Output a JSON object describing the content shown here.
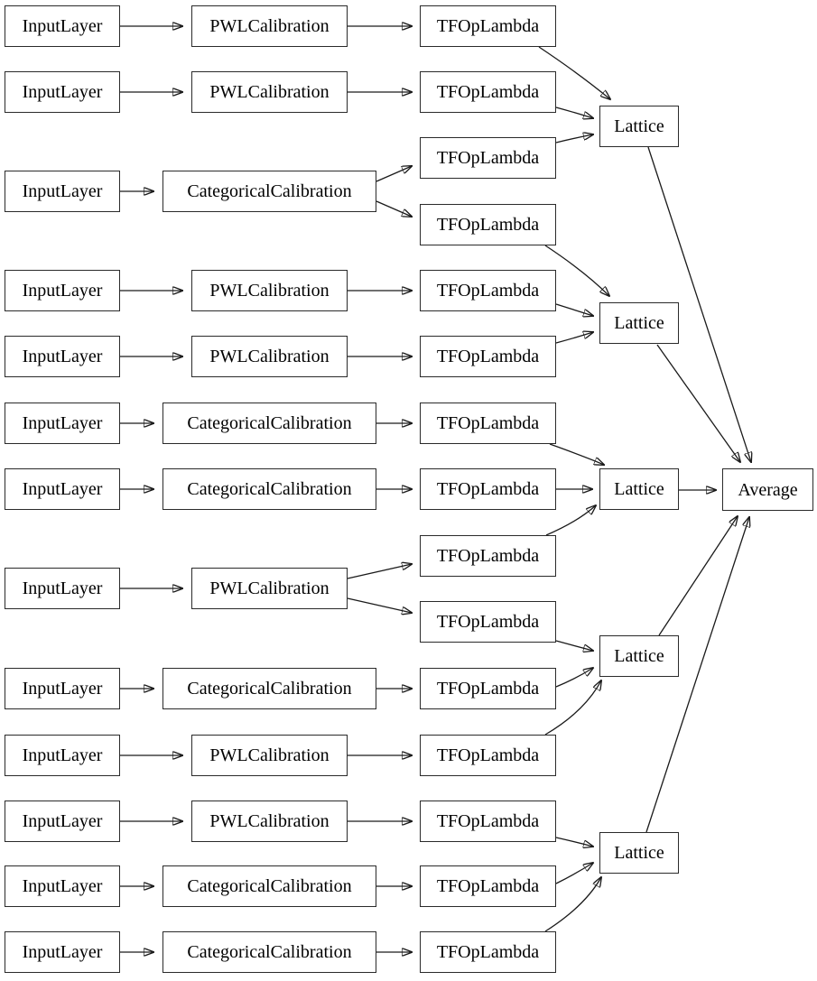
{
  "diagram": {
    "kind": "model-architecture-graph",
    "background_color": "#ffffff",
    "node_fill_color": "#ffffff",
    "node_border_color": "#2a2a2a",
    "edge_color": "#1a1a1a",
    "text_color": "#000000",
    "node_type_labels": [
      "InputLayer",
      "PWLCalibration",
      "CategoricalCalibration",
      "TFOpLambda",
      "Lattice",
      "Average"
    ],
    "nodes": [
      {
        "id": "input-1",
        "label": "InputLayer"
      },
      {
        "id": "input-2",
        "label": "InputLayer"
      },
      {
        "id": "input-3",
        "label": "InputLayer"
      },
      {
        "id": "input-4",
        "label": "InputLayer"
      },
      {
        "id": "input-5",
        "label": "InputLayer"
      },
      {
        "id": "input-6",
        "label": "InputLayer"
      },
      {
        "id": "input-7",
        "label": "InputLayer"
      },
      {
        "id": "input-8",
        "label": "InputLayer"
      },
      {
        "id": "input-9",
        "label": "InputLayer"
      },
      {
        "id": "input-10",
        "label": "InputLayer"
      },
      {
        "id": "input-11",
        "label": "InputLayer"
      },
      {
        "id": "input-12",
        "label": "InputLayer"
      },
      {
        "id": "input-13",
        "label": "InputLayer"
      },
      {
        "id": "pwl-1",
        "label": "PWLCalibration"
      },
      {
        "id": "pwl-2",
        "label": "PWLCalibration"
      },
      {
        "id": "cat-1",
        "label": "CategoricalCalibration"
      },
      {
        "id": "pwl-3",
        "label": "PWLCalibration"
      },
      {
        "id": "pwl-4",
        "label": "PWLCalibration"
      },
      {
        "id": "cat-2",
        "label": "CategoricalCalibration"
      },
      {
        "id": "cat-3",
        "label": "CategoricalCalibration"
      },
      {
        "id": "pwl-5",
        "label": "PWLCalibration"
      },
      {
        "id": "cat-4",
        "label": "CategoricalCalibration"
      },
      {
        "id": "pwl-6",
        "label": "PWLCalibration"
      },
      {
        "id": "pwl-7",
        "label": "PWLCalibration"
      },
      {
        "id": "cat-5",
        "label": "CategoricalCalibration"
      },
      {
        "id": "cat-6",
        "label": "CategoricalCalibration"
      },
      {
        "id": "tfop-1",
        "label": "TFOpLambda"
      },
      {
        "id": "tfop-2",
        "label": "TFOpLambda"
      },
      {
        "id": "tfop-3",
        "label": "TFOpLambda"
      },
      {
        "id": "tfop-4",
        "label": "TFOpLambda"
      },
      {
        "id": "tfop-5",
        "label": "TFOpLambda"
      },
      {
        "id": "tfop-6",
        "label": "TFOpLambda"
      },
      {
        "id": "tfop-7",
        "label": "TFOpLambda"
      },
      {
        "id": "tfop-8",
        "label": "TFOpLambda"
      },
      {
        "id": "tfop-9",
        "label": "TFOpLambda"
      },
      {
        "id": "tfop-10",
        "label": "TFOpLambda"
      },
      {
        "id": "tfop-11",
        "label": "TFOpLambda"
      },
      {
        "id": "tfop-12",
        "label": "TFOpLambda"
      },
      {
        "id": "tfop-13",
        "label": "TFOpLambda"
      },
      {
        "id": "tfop-14",
        "label": "TFOpLambda"
      },
      {
        "id": "tfop-15",
        "label": "TFOpLambda"
      },
      {
        "id": "lattice-1",
        "label": "Lattice"
      },
      {
        "id": "lattice-2",
        "label": "Lattice"
      },
      {
        "id": "lattice-3",
        "label": "Lattice"
      },
      {
        "id": "lattice-4",
        "label": "Lattice"
      },
      {
        "id": "lattice-5",
        "label": "Lattice"
      },
      {
        "id": "average-1",
        "label": "Average"
      }
    ],
    "edges": [
      {
        "from": "input-1",
        "to": "pwl-1"
      },
      {
        "from": "input-2",
        "to": "pwl-2"
      },
      {
        "from": "input-3",
        "to": "cat-1"
      },
      {
        "from": "input-4",
        "to": "pwl-3"
      },
      {
        "from": "input-5",
        "to": "pwl-4"
      },
      {
        "from": "input-6",
        "to": "cat-2"
      },
      {
        "from": "input-7",
        "to": "cat-3"
      },
      {
        "from": "input-8",
        "to": "pwl-5"
      },
      {
        "from": "input-9",
        "to": "cat-4"
      },
      {
        "from": "input-10",
        "to": "pwl-6"
      },
      {
        "from": "input-11",
        "to": "pwl-7"
      },
      {
        "from": "input-12",
        "to": "cat-5"
      },
      {
        "from": "input-13",
        "to": "cat-6"
      },
      {
        "from": "pwl-1",
        "to": "tfop-1"
      },
      {
        "from": "pwl-2",
        "to": "tfop-2"
      },
      {
        "from": "cat-1",
        "to": "tfop-3"
      },
      {
        "from": "cat-1",
        "to": "tfop-4"
      },
      {
        "from": "pwl-3",
        "to": "tfop-5"
      },
      {
        "from": "pwl-4",
        "to": "tfop-6"
      },
      {
        "from": "cat-2",
        "to": "tfop-7"
      },
      {
        "from": "cat-3",
        "to": "tfop-8"
      },
      {
        "from": "pwl-5",
        "to": "tfop-9"
      },
      {
        "from": "pwl-5",
        "to": "tfop-10"
      },
      {
        "from": "cat-4",
        "to": "tfop-11"
      },
      {
        "from": "pwl-6",
        "to": "tfop-12"
      },
      {
        "from": "pwl-7",
        "to": "tfop-13"
      },
      {
        "from": "cat-5",
        "to": "tfop-14"
      },
      {
        "from": "cat-6",
        "to": "tfop-15"
      },
      {
        "from": "tfop-1",
        "to": "lattice-1"
      },
      {
        "from": "tfop-2",
        "to": "lattice-1"
      },
      {
        "from": "tfop-3",
        "to": "lattice-1"
      },
      {
        "from": "tfop-4",
        "to": "lattice-2"
      },
      {
        "from": "tfop-5",
        "to": "lattice-2"
      },
      {
        "from": "tfop-6",
        "to": "lattice-2"
      },
      {
        "from": "tfop-7",
        "to": "lattice-3"
      },
      {
        "from": "tfop-8",
        "to": "lattice-3"
      },
      {
        "from": "tfop-9",
        "to": "lattice-3"
      },
      {
        "from": "tfop-10",
        "to": "lattice-4"
      },
      {
        "from": "tfop-11",
        "to": "lattice-4"
      },
      {
        "from": "tfop-12",
        "to": "lattice-4"
      },
      {
        "from": "tfop-13",
        "to": "lattice-5"
      },
      {
        "from": "tfop-14",
        "to": "lattice-5"
      },
      {
        "from": "tfop-15",
        "to": "lattice-5"
      },
      {
        "from": "lattice-1",
        "to": "average-1"
      },
      {
        "from": "lattice-2",
        "to": "average-1"
      },
      {
        "from": "lattice-3",
        "to": "average-1"
      },
      {
        "from": "lattice-4",
        "to": "average-1"
      },
      {
        "from": "lattice-5",
        "to": "average-1"
      }
    ]
  }
}
